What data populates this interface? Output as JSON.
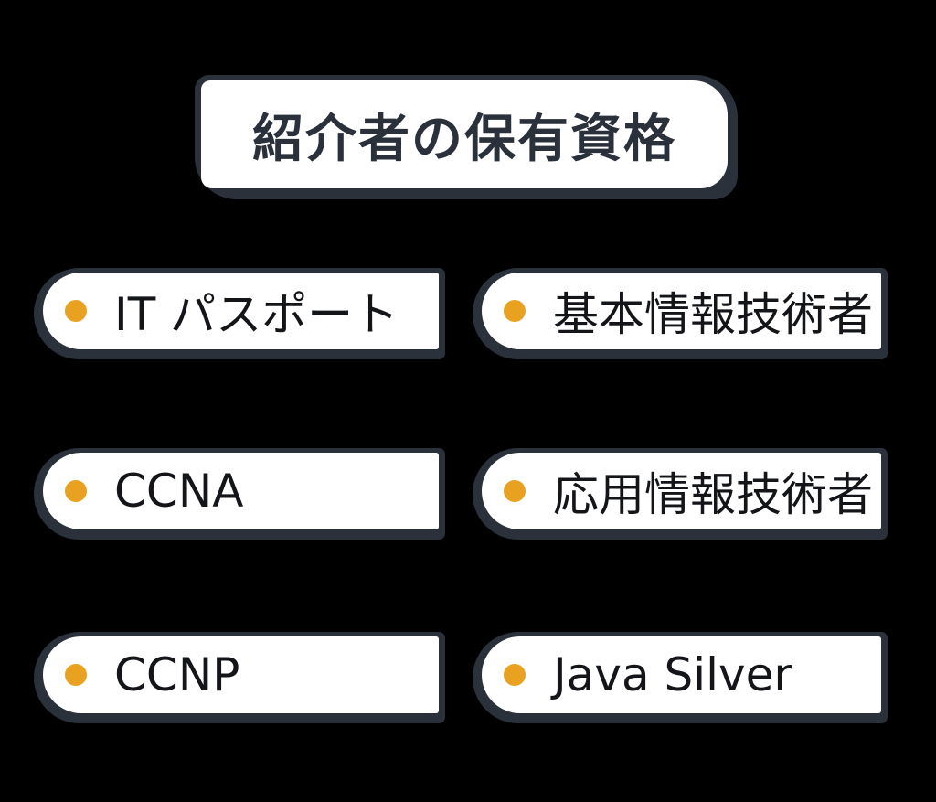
{
  "title": "紹介者の保有資格",
  "items": [
    {
      "label": "IT パスポート"
    },
    {
      "label": "基本情報技術者"
    },
    {
      "label": "CCNA"
    },
    {
      "label": "応用情報技術者"
    },
    {
      "label": "CCNP"
    },
    {
      "label": "Java Silver"
    }
  ],
  "colors": {
    "ink": "#2b313b",
    "accent": "#e8a120",
    "pill_text": "#131519",
    "background": "#000000",
    "card": "#ffffff"
  }
}
